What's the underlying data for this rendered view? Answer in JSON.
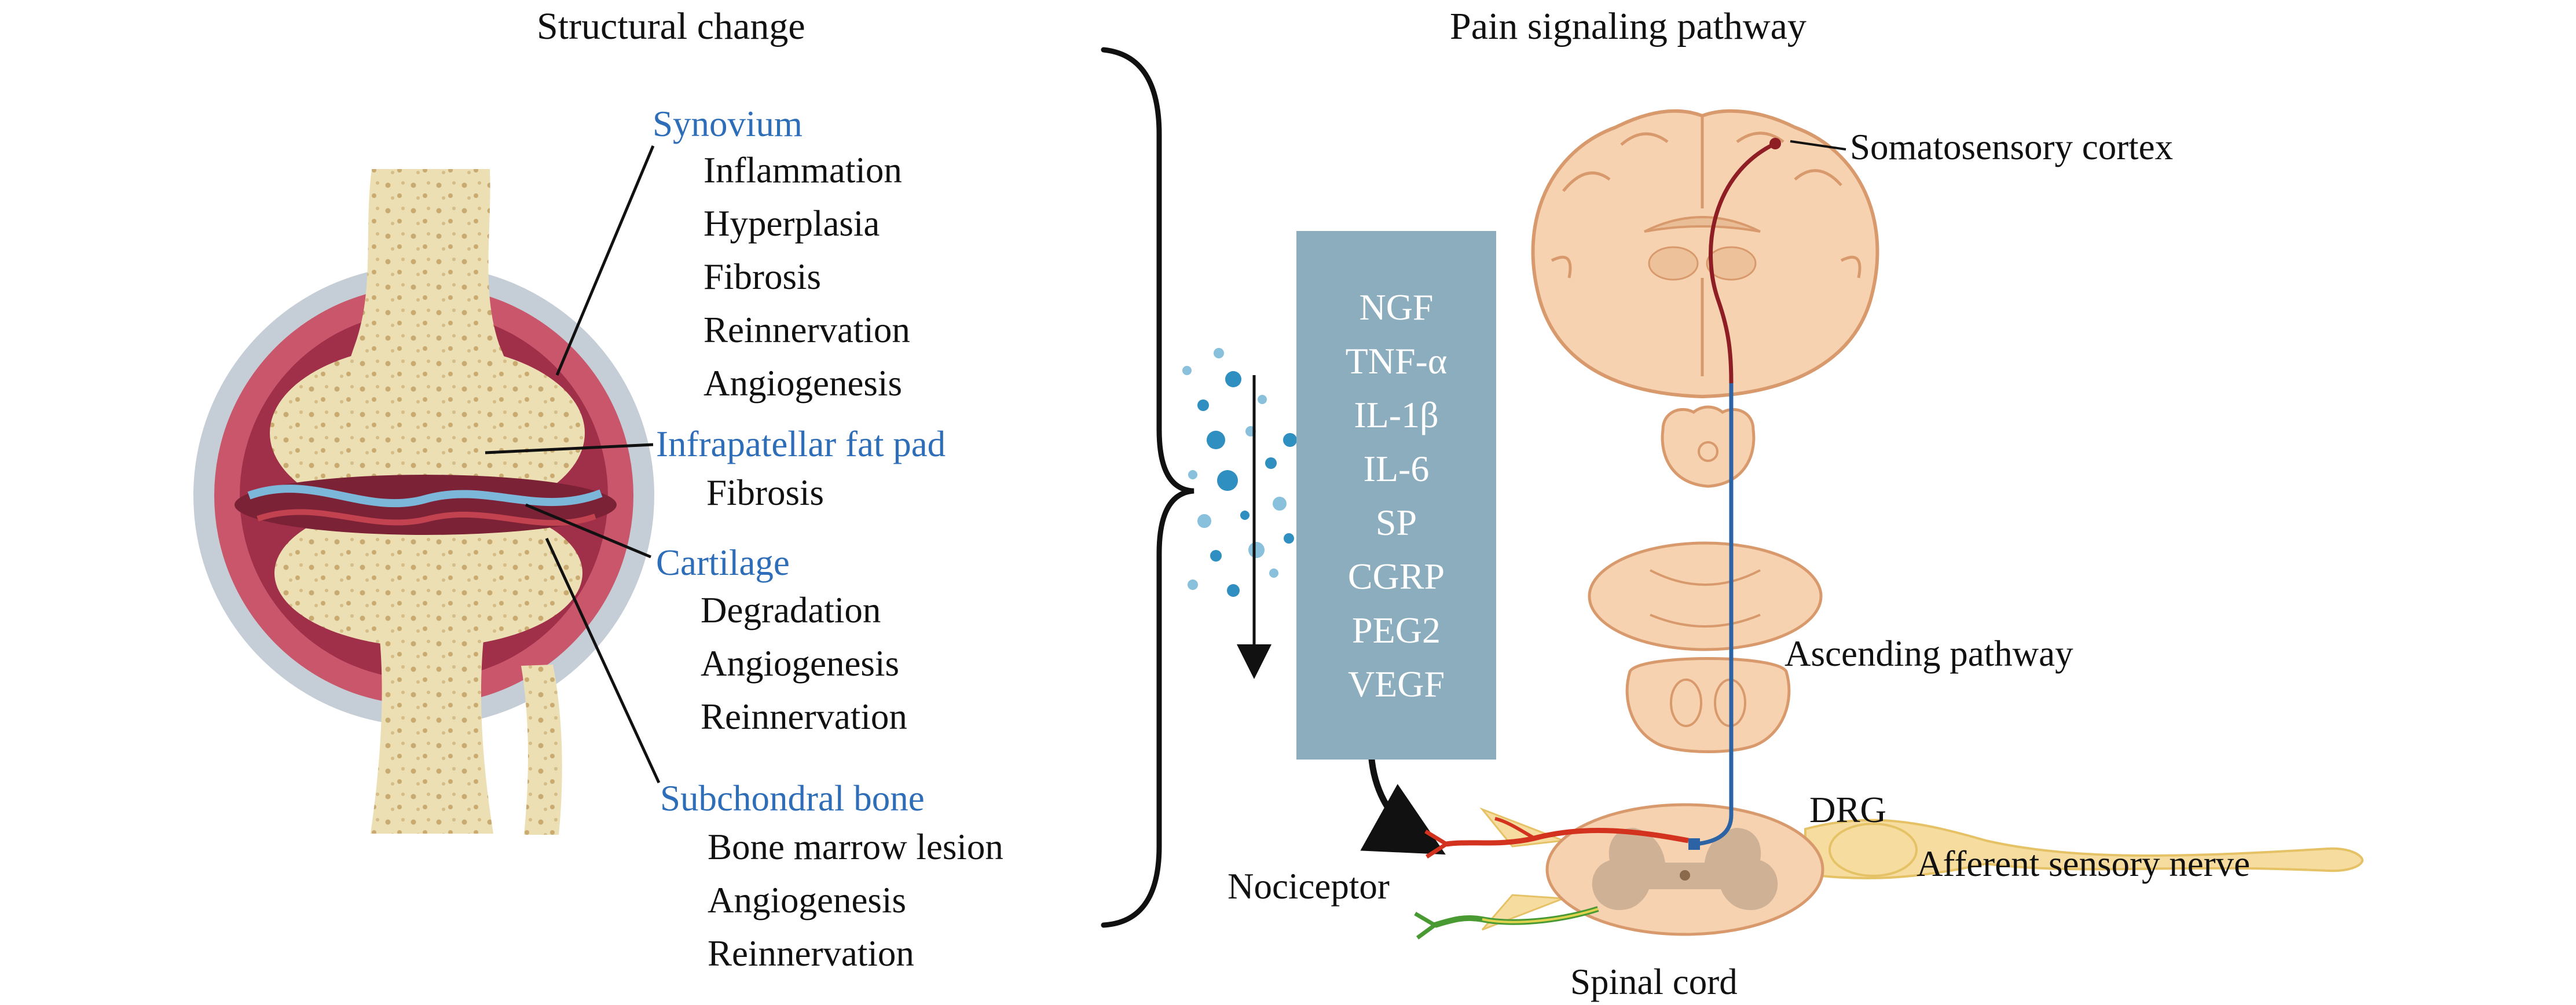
{
  "titles": {
    "structural_change": "Structural change",
    "pain_signaling": "Pain signaling pathway"
  },
  "structural_groups": [
    {
      "heading": "Synovium",
      "items": [
        "Inflammation",
        "Hyperplasia",
        "Fibrosis",
        "Reinnervation",
        "Angiogenesis"
      ]
    },
    {
      "heading": "Infrapatellar fat pad",
      "items": [
        "Fibrosis"
      ]
    },
    {
      "heading": "Cartilage",
      "items": [
        "Degradation",
        "Angiogenesis",
        "Reinnervation"
      ]
    },
    {
      "heading": "Subchondral bone",
      "items": [
        "Bone marrow lesion",
        "Angiogenesis",
        "Reinnervation"
      ]
    }
  ],
  "mediators": [
    "NGF",
    "TNF-α",
    "IL-1β",
    "IL-6",
    "SP",
    "CGRP",
    "PEG2",
    "VEGF"
  ],
  "pathway_labels": {
    "somatosensory_cortex": "Somatosensory cortex",
    "ascending_pathway": "Ascending pathway",
    "drg": "DRG",
    "afferent_sensory_nerve": "Afferent sensory nerve",
    "nociceptor": "Nociceptor",
    "spinal_cord": "Spinal cord"
  },
  "colors": {
    "heading_blue": "#2e6db8",
    "mediator_box": "#8badbd",
    "mediator_text": "#ffffff",
    "bone": "#ecdfb4",
    "synovium_red": "#c9566a",
    "neural_tissue": "#f6d2b0",
    "nerve_yellow": "#f6dd9f",
    "ascending_blue": "#2b63a5",
    "nociceptor_red": "#d2321e",
    "efferent_green": "#4a9a33"
  }
}
